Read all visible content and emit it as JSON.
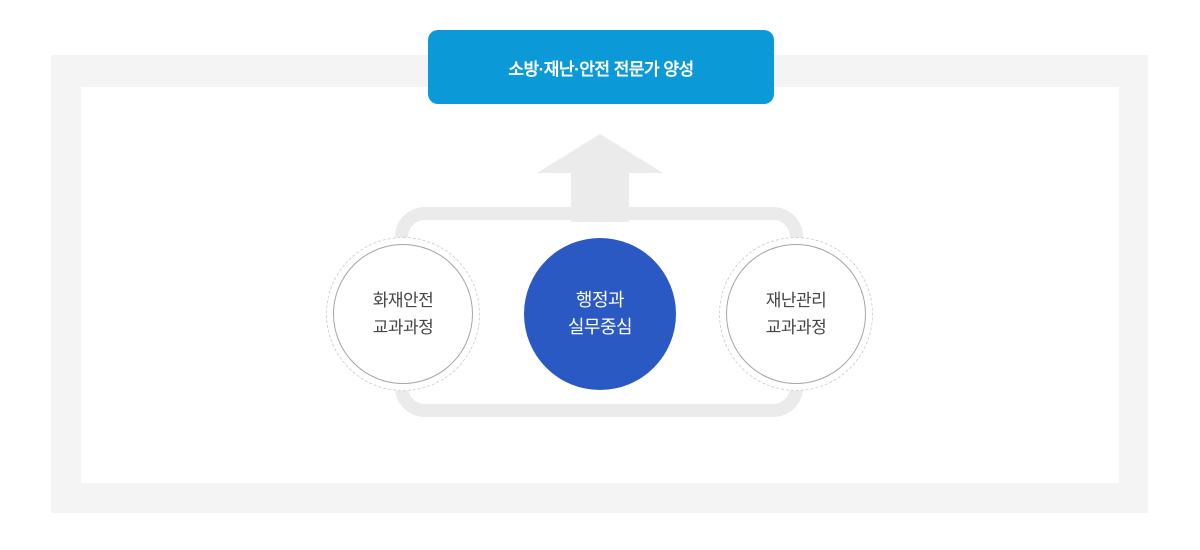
{
  "header": {
    "label": "소방·재난·안전 전문가 양성"
  },
  "circles": {
    "left": {
      "line1": "화재안전",
      "line2": "교과과정"
    },
    "center": {
      "line1": "행정과",
      "line2": "실무중심"
    },
    "right": {
      "line1": "재난관리",
      "line2": "교과과정"
    }
  },
  "icons": {
    "arrow": "up-arrow-icon"
  },
  "colors": {
    "header_bg": "#0c99d8",
    "header_text": "#ffffff",
    "center_circle_bg": "#2b59c3",
    "center_circle_text": "#ffffff",
    "connector_gray": "#ebebeb",
    "arrow_gray": "#ebebeb",
    "panel_bg": "#f4f4f4",
    "panel_inner_bg": "#ffffff",
    "circle_text": "#444444",
    "circle_dashed_border": "#d2d2d2",
    "circle_solid_border": "#a5a5a5"
  }
}
